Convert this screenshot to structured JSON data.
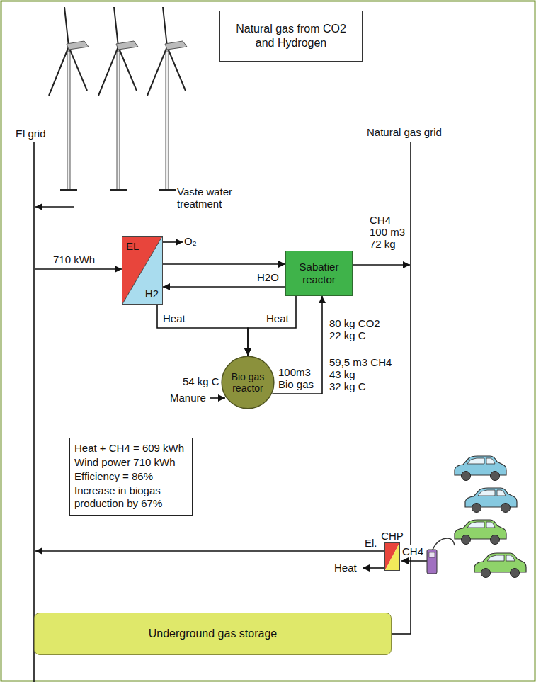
{
  "diagram": {
    "nodes": [
      {
        "text": [
          "Natural gas from CO2 and Hydrogen"
        ]
      },
      {
        "text": [
          "EL",
          "H2"
        ]
      },
      {
        "text": [
          "Sabatier reactor"
        ]
      },
      {
        "text": [
          "Bio gas reactor"
        ]
      },
      {
        "text": [
          "Heat + CH4 = 609 kWh",
          "Wind power 710 kWh",
          "Efficiency = 86%",
          "Increase in biogas production by 67%"
        ]
      },
      {
        "text": [
          "CHP"
        ]
      },
      {
        "text": [
          "Underground gas storage"
        ]
      }
    ],
    "edges": [
      {
        "from": 1,
        "to": 2,
        "arrow": "to"
      },
      {
        "from": 2,
        "to": 1,
        "label": "H2O",
        "arrow": "to"
      },
      {
        "from": 1,
        "to": 3,
        "label": "Heat",
        "arrow": "to"
      },
      {
        "from": 2,
        "to": 3,
        "label": "Heat",
        "arrow": "to"
      },
      {
        "from": 3,
        "to": 2,
        "label": "100m3 Bio gas",
        "arrow": "to"
      }
    ],
    "labels": [
      "El grid",
      "Natural gas grid",
      "Vaste water treatment",
      "O₂",
      "CH4",
      "100 m3",
      "72 kg",
      "710 kWh",
      "80 kg CO2",
      "22 kg C",
      "54 kg C",
      "Manure",
      "59,5 m3 CH4",
      "43 kg",
      "32 kg C",
      "El.",
      "CH4",
      "Heat"
    ]
  }
}
